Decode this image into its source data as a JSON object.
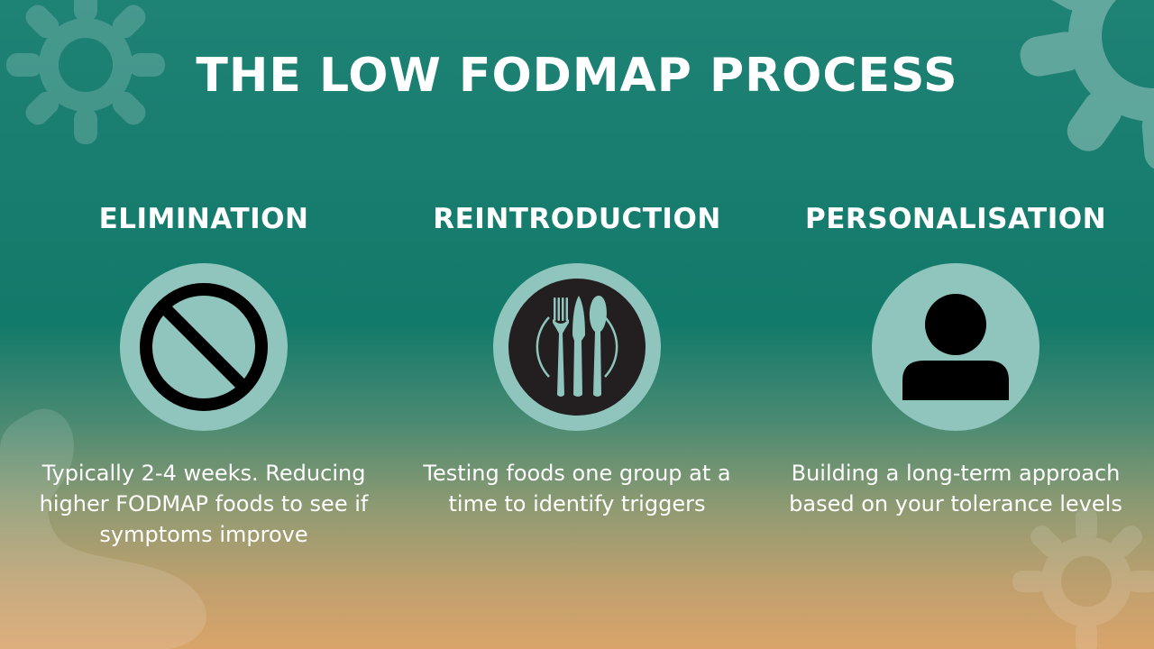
{
  "title": "THE LOW FODMAP PROCESS",
  "steps": [
    {
      "heading": "ELIMINATION",
      "icon": "no-symbol-icon",
      "description": "Typically 2-4 weeks. Reducing higher FODMAP foods to see if symptoms improve"
    },
    {
      "heading": "REINTRODUCTION",
      "icon": "cutlery-icon",
      "description": "Testing foods one group at a time to identify triggers"
    },
    {
      "heading": "PERSONALISATION",
      "icon": "person-icon",
      "description": "Building a long-term approach based on your tolerance levels"
    }
  ],
  "colors": {
    "badge": "#8fc5bc",
    "icon_dark": "#231f20",
    "text": "#ffffff",
    "gradient_top": "#1e8275",
    "gradient_bottom": "#d9a46a"
  }
}
